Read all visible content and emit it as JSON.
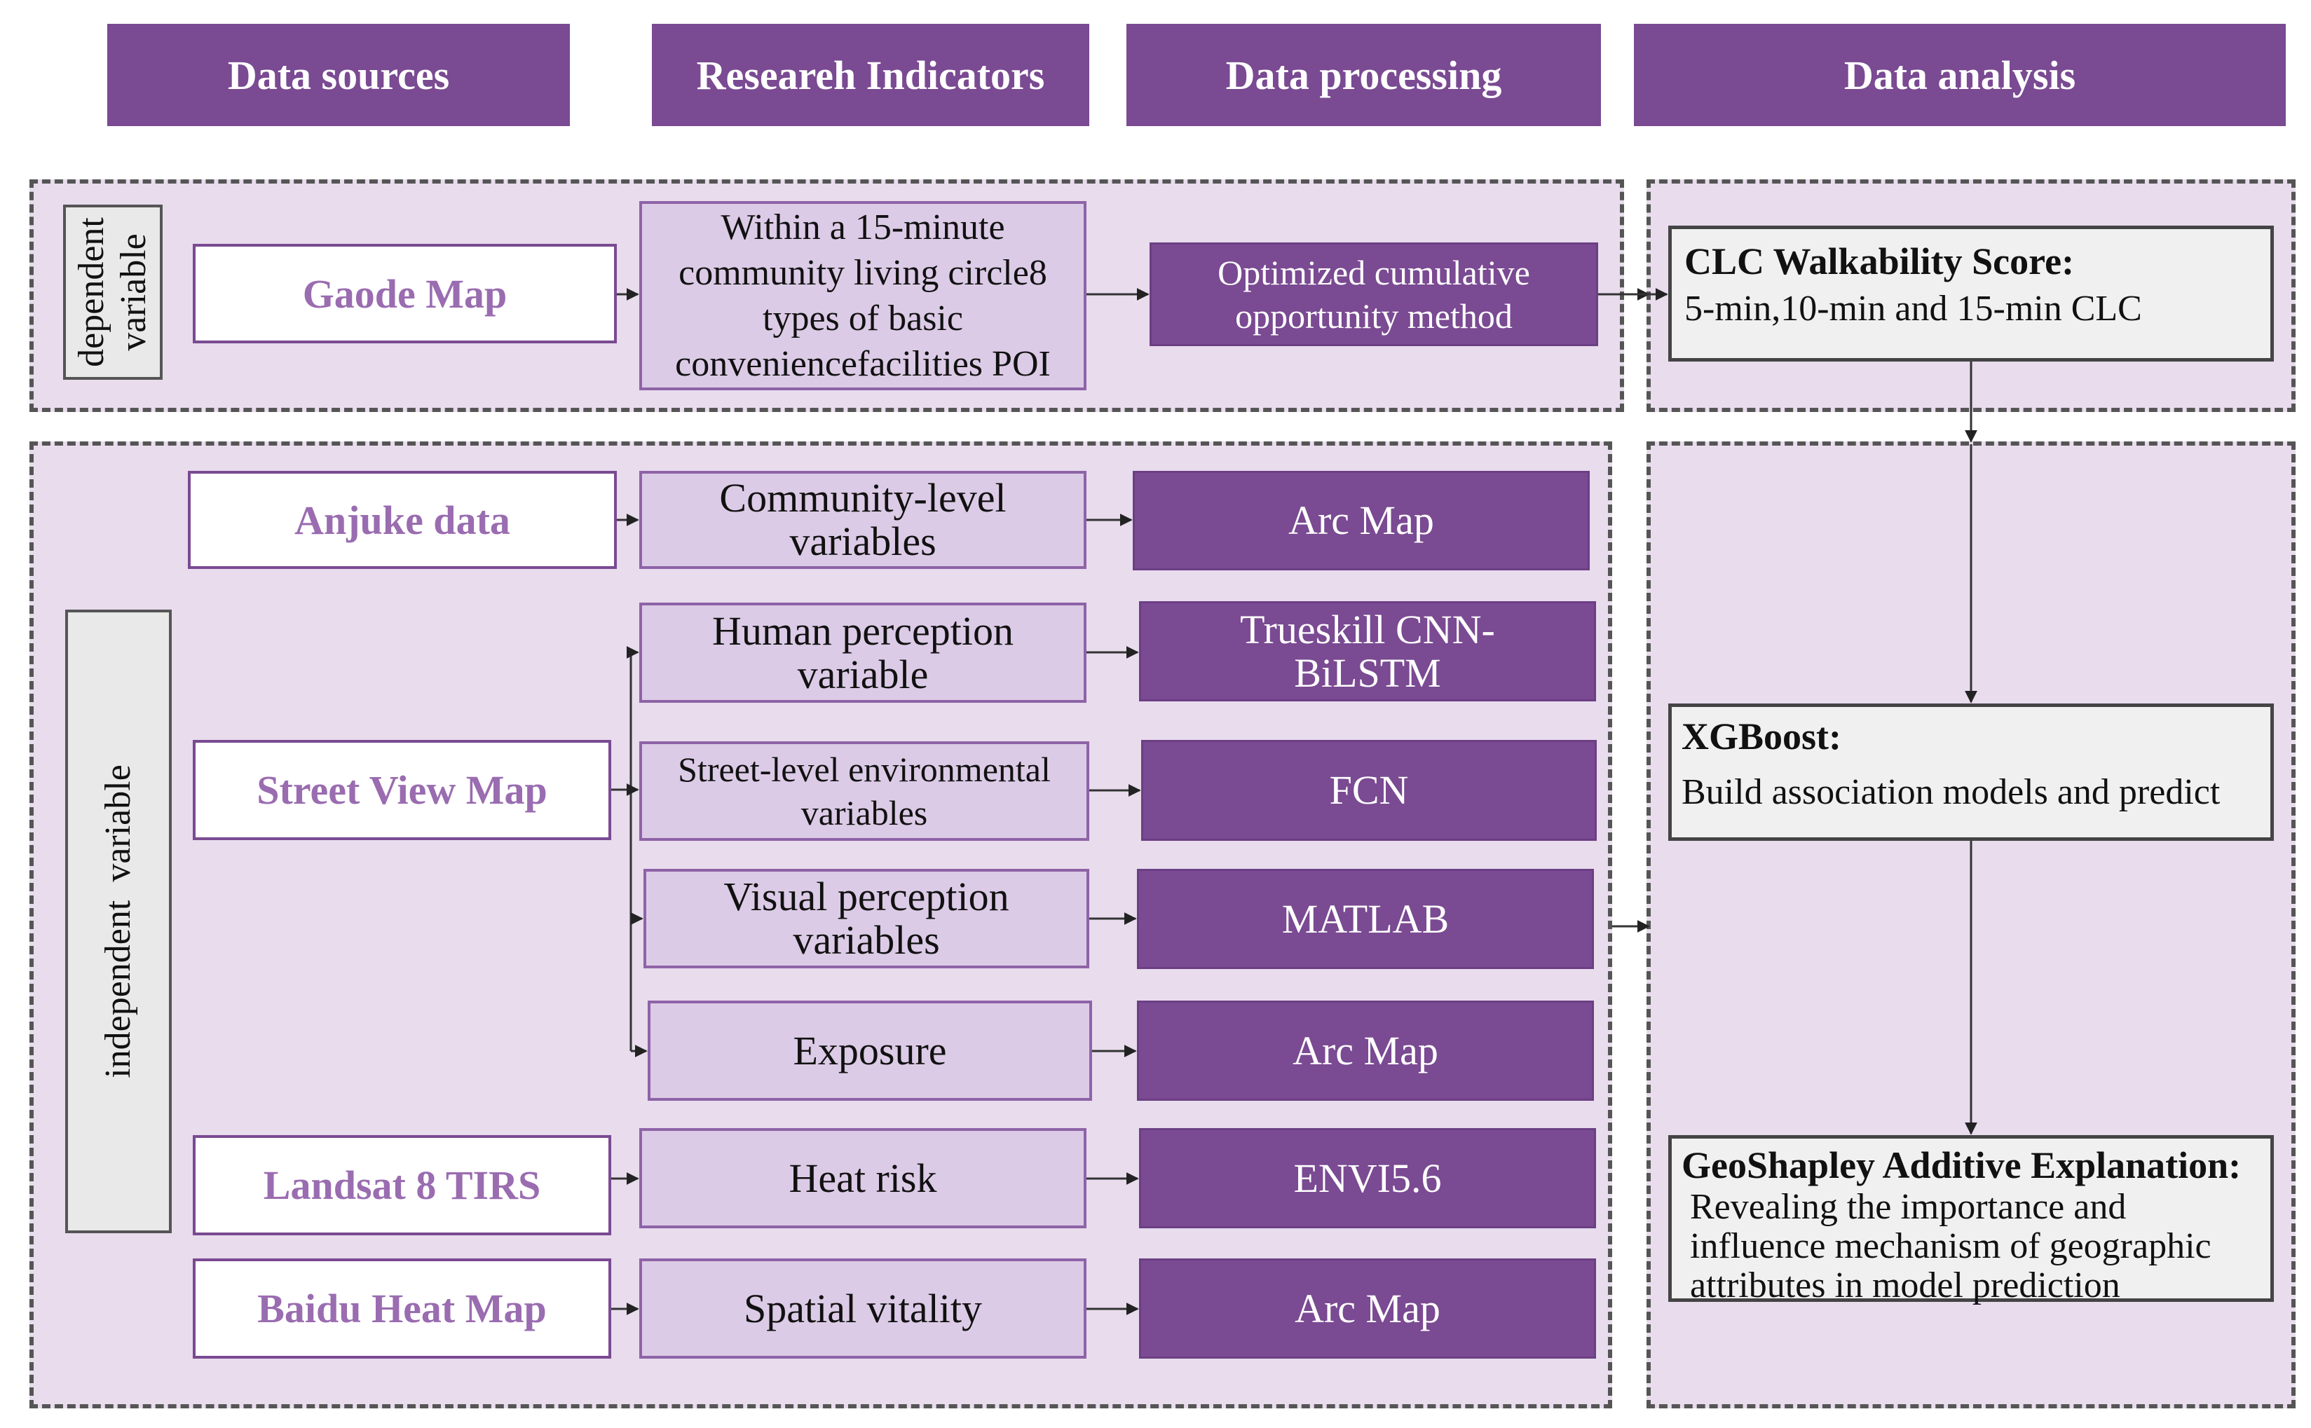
{
  "headers": {
    "data_sources": "Data sources",
    "indicators": "Researeh Indicators",
    "processing": "Data processing",
    "analysis": "Data analysis"
  },
  "groups": {
    "dependent_label": "dependent\nvariable",
    "independent_label": "independent  variable"
  },
  "sources": {
    "gaode": "Gaode Map",
    "anjuke": "Anjuke data",
    "street_view": "Street View Map",
    "landsat": "Landsat 8 TIRS",
    "baidu": "Baidu Heat Map"
  },
  "indicators": {
    "poi": "Within a 15-minute community living circle8 types of basic conveniencefacilities POI",
    "community": "Community-level variables",
    "human": "Human perception variable",
    "street_env": "Street-level environmental variables",
    "visual": "Visual perception variables",
    "exposure": "Exposure",
    "heat": "Heat risk",
    "vitality": "Spatial vitality"
  },
  "processing": {
    "optimized": "Optimized cumulative opportunity method",
    "arcmap1": "Arc Map",
    "trueskill": "Trueskill CNN-BiLSTM",
    "fcn": "FCN",
    "matlab": "MATLAB",
    "arcmap2": "Arc Map",
    "envi": "ENVI5.6",
    "arcmap3": "Arc Map"
  },
  "analysis": {
    "clc_title": "CLC Walkability Score:",
    "clc_body": "5-min,10-min and 15-min CLC",
    "xgb_title": "XGBoost:",
    "xgb_body": "Build association models and predict",
    "geo_title": "GeoShapley Additive Explanation:",
    "geo_body": "Revealing the importance and influence mechanism of geographic attributes in model prediction"
  },
  "colors": {
    "header_fill": "#7a4a92",
    "panel_fill": "#e8dced",
    "indicator_fill": "#dccbe6",
    "source_text": "#9a6cb0"
  }
}
